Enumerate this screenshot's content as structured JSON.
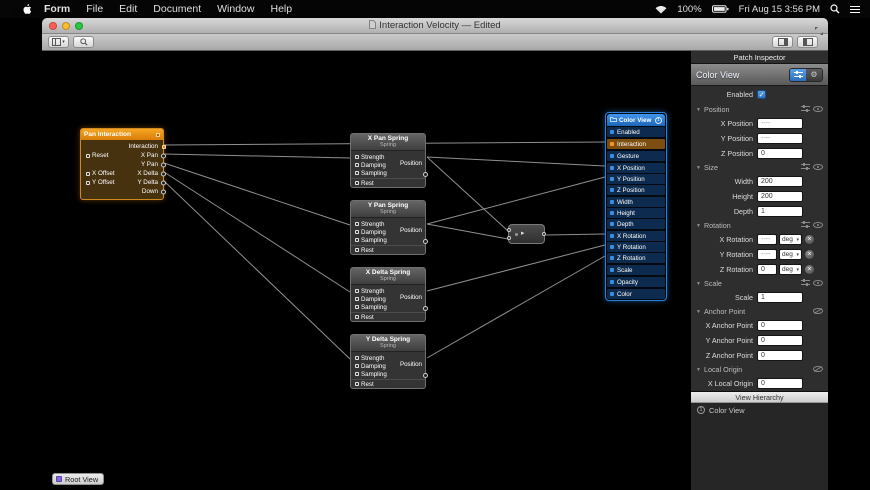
{
  "colors": {
    "accent_blue": "#2a7fd6",
    "accent_orange": "#e8860d",
    "wire_gray": "#a9a9a9",
    "root_view_purple": "#8468d9"
  },
  "icons": {
    "gear": "⚙",
    "chevron_down": "▾",
    "disclosure": "▼",
    "remove": "×",
    "check": "✓",
    "mini_caret": "▸"
  },
  "menu_bar": {
    "items": [
      "Form",
      "File",
      "Edit",
      "Document",
      "Window",
      "Help"
    ],
    "status": {
      "battery_percent": "100%",
      "clock": "Fri Aug 15  3:56 PM"
    }
  },
  "window": {
    "title": "Interaction Velocity — Edited"
  },
  "canvas": {
    "pan_interaction": {
      "title": "Pan Interaction",
      "interaction_label": "Interaction",
      "reset_label": "Reset",
      "x_pan_label": "X Pan",
      "y_pan_label": "Y Pan",
      "x_offset_label": "X Offset",
      "y_offset_label": "Y Offset",
      "x_delta_label": "X Delta",
      "y_delta_label": "Y Delta",
      "down_label": "Down"
    },
    "spring_fields": {
      "subtitle": "Spring",
      "strength": "Strength",
      "damping": "Damping",
      "sampling": "Sampling",
      "position": "Position",
      "rest": "Rest"
    },
    "springs": [
      {
        "title": "X Pan Spring"
      },
      {
        "title": "Y Pan Spring"
      },
      {
        "title": "X Delta Spring"
      },
      {
        "title": "Y Delta Spring"
      }
    ],
    "color_view": {
      "title": "Color View",
      "badge": "1",
      "rows": [
        "Enabled",
        "Interaction",
        "Gesture",
        "X Position",
        "Y Position",
        "Z Position",
        "Width",
        "Height",
        "Depth",
        "X Rotation",
        "Y Rotation",
        "Z Rotation",
        "Scale",
        "Opacity",
        "Color"
      ]
    },
    "root_view_label": "Root View"
  },
  "inspector": {
    "panel_title": "Patch Inspector",
    "patch_title": "Color View",
    "enabled_label": "Enabled",
    "sections": [
      {
        "label": "Position",
        "fields": [
          {
            "label": "X Position",
            "value": "----"
          },
          {
            "label": "Y Position",
            "value": "----"
          },
          {
            "label": "Z Position",
            "value": "0"
          }
        ]
      },
      {
        "label": "Size",
        "fields": [
          {
            "label": "Width",
            "value": "200"
          },
          {
            "label": "Height",
            "value": "200"
          },
          {
            "label": "Depth",
            "value": "1"
          }
        ]
      },
      {
        "label": "Rotation",
        "unit": "deg",
        "fields": [
          {
            "label": "X Rotation",
            "value": "----"
          },
          {
            "label": "Y Rotation",
            "value": "----"
          },
          {
            "label": "Z Rotation",
            "value": "0"
          }
        ]
      },
      {
        "label": "Scale",
        "fields": [
          {
            "label": "Scale",
            "value": "1"
          }
        ]
      },
      {
        "label": "Anchor Point",
        "fields": [
          {
            "label": "X Anchor Point",
            "value": "0"
          },
          {
            "label": "Y Anchor Point",
            "value": "0"
          },
          {
            "label": "Z Anchor Point",
            "value": "0"
          }
        ]
      },
      {
        "label": "Local Origin",
        "fields": [
          {
            "label": "X Local Origin",
            "value": "0"
          }
        ]
      }
    ],
    "view_hierarchy": {
      "title": "View Hierarchy",
      "items": [
        {
          "badge": "1",
          "label": "Color View"
        }
      ]
    }
  }
}
